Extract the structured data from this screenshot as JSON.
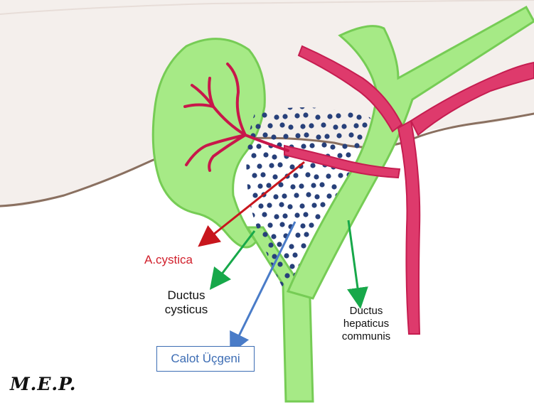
{
  "labels": {
    "a_cystica": "A.cystica",
    "ductus_cysticus_line1": "Ductus",
    "ductus_cysticus_line2": "cysticus",
    "ductus_hepaticus_line1": "Ductus",
    "ductus_hepaticus_line2": "hepaticus",
    "ductus_hepaticus_line3": "communis",
    "calot": "Calot Üçgeni"
  },
  "signature": "M.E.P.",
  "colors": {
    "duct_green": "#94e36f",
    "duct_edge": "#6fc94e",
    "artery_red": "#d8245a",
    "arrow_red": "#c8161d",
    "arrow_green": "#17a84a",
    "arrow_blue": "#4a7cc8",
    "dots_navy": "#27407a",
    "liver_outline": "#8a7060"
  }
}
